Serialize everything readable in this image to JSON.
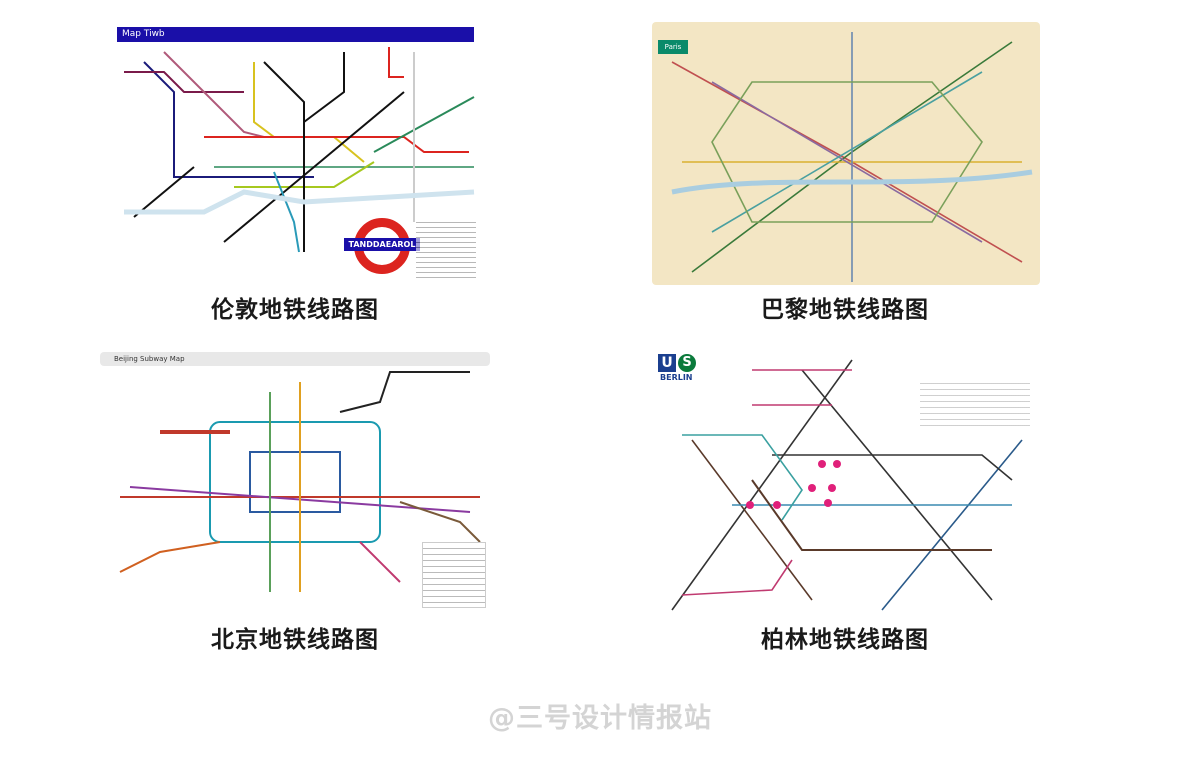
{
  "maps": [
    {
      "caption": "伦敦地铁线路图",
      "header": "Map Tiwb",
      "logo_text": "TANDDAEAROL"
    },
    {
      "caption": "巴黎地铁线路图",
      "header": "Paris"
    },
    {
      "caption": "北京地铁线路图",
      "header": "Beijing Subway Map"
    },
    {
      "caption": "柏林地铁线路图",
      "logo_text": "BERLIN",
      "logo_u": "U",
      "logo_s": "S"
    }
  ],
  "watermark": "@三号设计情报站",
  "colors": {
    "london_header": "#1a0fa8",
    "roundel_red": "#dc241f",
    "paris_bg": "#f3e6c4",
    "berlin_u": "#1b3f8f",
    "berlin_s": "#0a7a3b"
  }
}
